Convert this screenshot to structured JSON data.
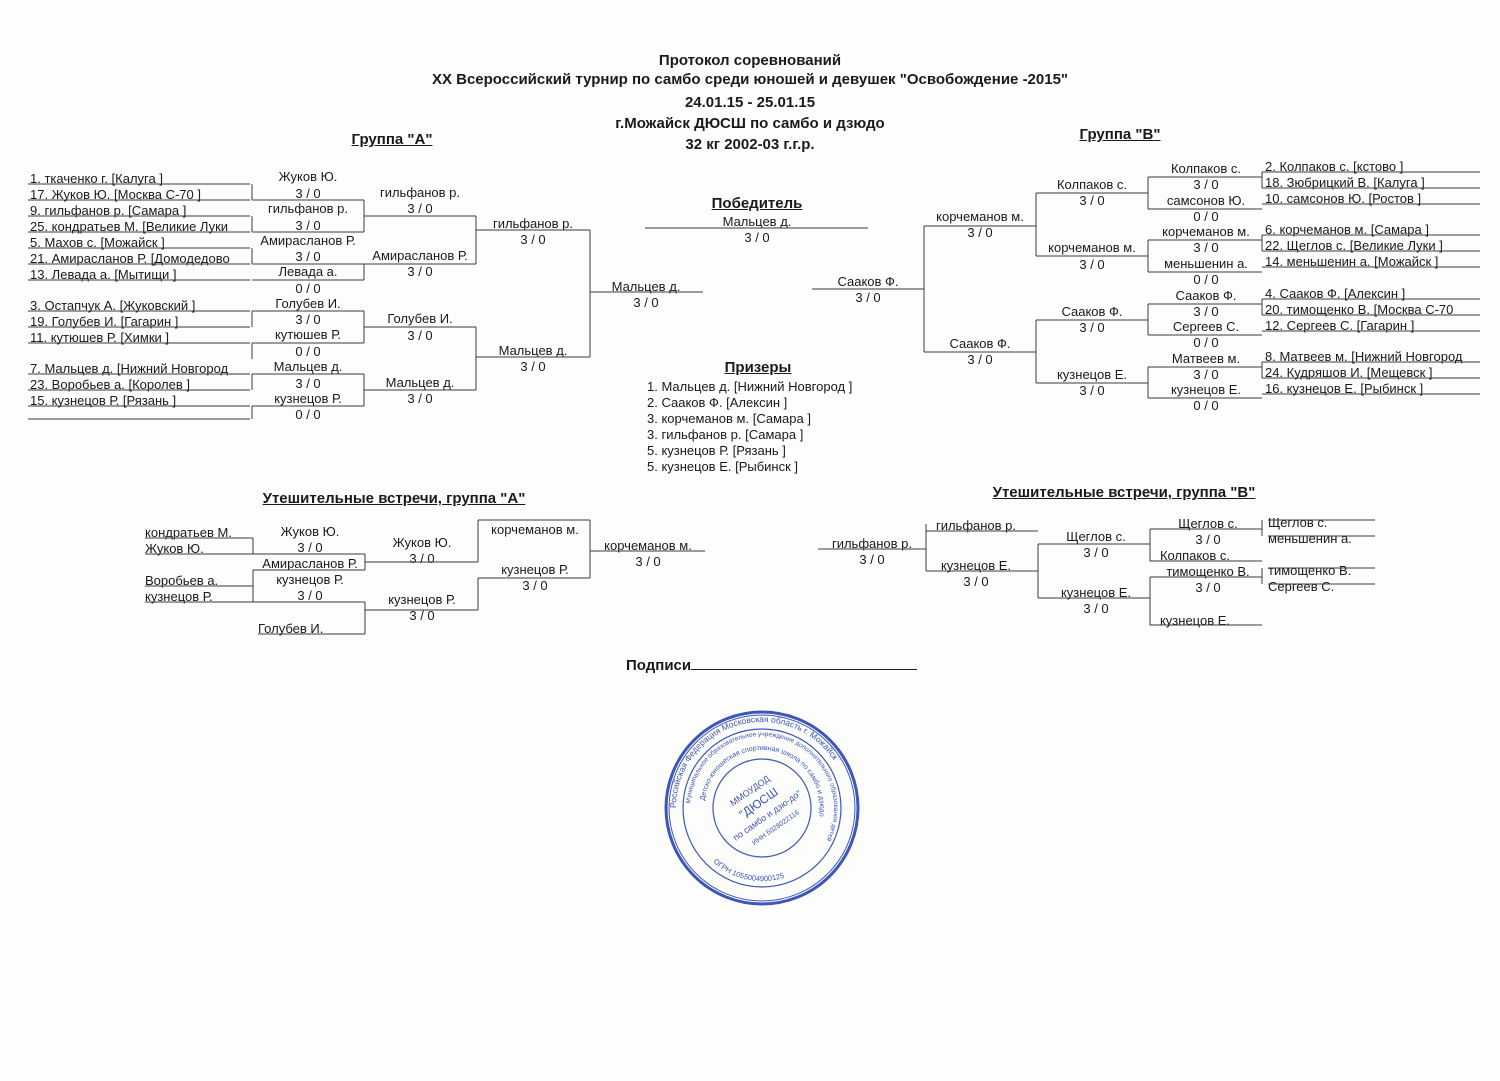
{
  "header": {
    "line1": "Протокол соревнований",
    "line2": "XX Всероссийский турнир по самбо среди юношей и девушек \"Освобождение -2015\"",
    "line3": "24.01.15 - 25.01.15",
    "line4": "г.Можайск ДЮСШ по самбо и дзюдо",
    "line5": "32 кг 2002-03 г.г.р."
  },
  "groupA": {
    "title": "Группа  \"А\"",
    "entrants": [
      "1. ткаченко г.  [Калуга   ]",
      "17. Жуков Ю.  [Москва С-70   ]",
      "9. гильфанов р.  [Самара   ]",
      "25. кондратьев М.  [Великие Луки",
      "5. Махов с.  [Можайск   ]",
      "21. Амирасланов Р.  [Домодедово",
      "13. Левада а.  [Мытищи   ]",
      "3. Остапчук А.  [Жуковский   ]",
      "19. Голубев И.  [Гагарин   ]",
      "11. кутюшев Р.  [Химки   ]",
      "7. Мальцев д.  [Нижний Новгород",
      "23. Воробьев а.  [Королев   ]",
      "15. кузнецов Р.  [Рязань   ]"
    ],
    "r1": [
      {
        "name": "Жуков Ю.",
        "score": "3  /  0"
      },
      {
        "name": "гильфанов р.",
        "score": "3  /  0"
      },
      {
        "name": "Амирасланов Р.",
        "score": "3  /  0"
      },
      {
        "name": "Левада а.",
        "score": "0  /  0"
      },
      {
        "name": "Голубев И.",
        "score": "3  /  0"
      },
      {
        "name": "кутюшев Р.",
        "score": "0  /  0"
      },
      {
        "name": "Мальцев д.",
        "score": "3  /  0"
      },
      {
        "name": "кузнецов Р.",
        "score": "0  /  0"
      }
    ],
    "r2": [
      {
        "name": "гильфанов р.",
        "score": "3  /  0"
      },
      {
        "name": "Амирасланов Р.",
        "score": "3  /  0"
      },
      {
        "name": "Голубев И.",
        "score": "3  /  0"
      },
      {
        "name": "Мальцев д.",
        "score": "3  /  0"
      }
    ],
    "r3": [
      {
        "name": "гильфанов р.",
        "score": "3  /  0"
      },
      {
        "name": "Мальцев д.",
        "score": "3  /  0"
      }
    ],
    "final": {
      "name": "Мальцев д.",
      "score": "3  /  0"
    }
  },
  "groupB": {
    "title": "Группа  \"В\"",
    "entrants": [
      "2. Колпаков с.  [кстово   ]",
      "18. Зюбрицкий В.  [Калуга   ]",
      "10. самсонов Ю.  [Ростов   ]",
      "6. корчеманов м.  [Самара   ]",
      "22. Щеглов с.  [Великие Луки   ]",
      "14. меньшенин а.  [Можайск   ]",
      "4. Сааков Ф.  [Алексин   ]",
      "20. тимощенко В.  [Москва С-70",
      "12. Сергеев С.  [Гагарин   ]",
      "8. Матвеев м.  [Нижний Новгород",
      "24. Кудряшов И.  [Мещевск   ]",
      "16. кузнецов Е.  [Рыбинск   ]"
    ],
    "r1": [
      {
        "name": "Колпаков с.",
        "score": "3  /  0"
      },
      {
        "name": "самсонов Ю.",
        "score": "0  /  0"
      },
      {
        "name": "корчеманов м.",
        "score": "3  /  0"
      },
      {
        "name": "меньшенин а.",
        "score": "0  /  0"
      },
      {
        "name": "Сааков Ф.",
        "score": "3  /  0"
      },
      {
        "name": "Сергеев С.",
        "score": "0  /  0"
      },
      {
        "name": "Матвеев м.",
        "score": "3  /  0"
      },
      {
        "name": "кузнецов Е.",
        "score": "0  /  0"
      }
    ],
    "r2": [
      {
        "name": "Колпаков с.",
        "score": "3  /  0"
      },
      {
        "name": "корчеманов м.",
        "score": "3  /  0"
      },
      {
        "name": "Сааков Ф.",
        "score": "3  /  0"
      },
      {
        "name": "кузнецов Е.",
        "score": "3  /  0"
      }
    ],
    "r3": [
      {
        "name": "корчеманов м.",
        "score": "3  /  0"
      },
      {
        "name": "Сааков Ф.",
        "score": "3  /  0"
      }
    ],
    "final": {
      "name": "Сааков Ф.",
      "score": "3  /  0"
    }
  },
  "winner": {
    "title": "Победитель",
    "name": "Мальцев д.",
    "score": "3  /  0"
  },
  "prizes": {
    "title": "Призеры",
    "items": [
      "1. Мальцев д.     [Нижний Новгород   ]",
      "2. Сааков Ф.     [Алексин   ]",
      "3. корчеманов м.     [Самара   ]",
      "3. гильфанов р.     [Самара   ]",
      "5. кузнецов Р.     [Рязань   ]",
      "5. кузнецов Е.     [Рыбинск   ]"
    ]
  },
  "consA": {
    "title": "Утешительные встречи, группа \"А\"",
    "entrants": [
      "кондратьев М.",
      "Жуков Ю.",
      "Воробьев а.",
      "кузнецов Р.",
      "Голубев И."
    ],
    "r1": [
      {
        "name": "Жуков Ю.",
        "score": "3  /  0"
      },
      {
        "name": "Амирасланов Р.",
        "score": ""
      },
      {
        "name": "кузнецов Р.",
        "score": "3  /  0"
      }
    ],
    "r2": [
      {
        "name": "Жуков Ю.",
        "score": "3  /  0"
      },
      {
        "name": "кузнецов Р.",
        "score": "3  /  0"
      }
    ],
    "r3": [
      {
        "name": "корчеманов м.",
        "score": ""
      },
      {
        "name": "кузнецов Р.",
        "score": "3  /  0"
      }
    ],
    "final": {
      "name": "корчеманов м.",
      "score": "3  /  0"
    }
  },
  "consB": {
    "title": "Утешительные встречи, группа \"В\"",
    "entrants": [
      "Щеглов с.",
      "меньшенин а.",
      "тимощенко В.",
      "Сергеев С."
    ],
    "r1": [
      {
        "name": "Щеглов с.",
        "score": "3  /  0"
      },
      {
        "name": "Колпаков с.",
        "score": ""
      },
      {
        "name": "тимощенко В.",
        "score": "3  /  0"
      },
      {
        "name": "кузнецов Е.",
        "score": ""
      }
    ],
    "r2": [
      {
        "name": "Щеглов с.",
        "score": "3  /  0"
      },
      {
        "name": "кузнецов Е.",
        "score": "3  /  0"
      }
    ],
    "r3": [
      {
        "name": "гильфанов р.",
        "score": ""
      },
      {
        "name": "кузнецов Е.",
        "score": "3  /  0"
      }
    ],
    "final": {
      "name": "гильфанов р.",
      "score": "3  /  0"
    }
  },
  "signature": {
    "label": "Подписи"
  },
  "stamp": {
    "outer": "Российская Федерация  Московская область  г. Можайск",
    "inner": "Муниципальное образовательное учреждение дополнительного образования детей",
    "school": "Детско-юношеская спортивная школа по самбо и дзюдо",
    "c1": "ММОУДОД",
    "c2": "\"ДЮСШ",
    "c3": "по самбо и дзю-до\"",
    "inn": "ИНН 5028022116",
    "ogrn": "ОГРН 1055004900125"
  }
}
